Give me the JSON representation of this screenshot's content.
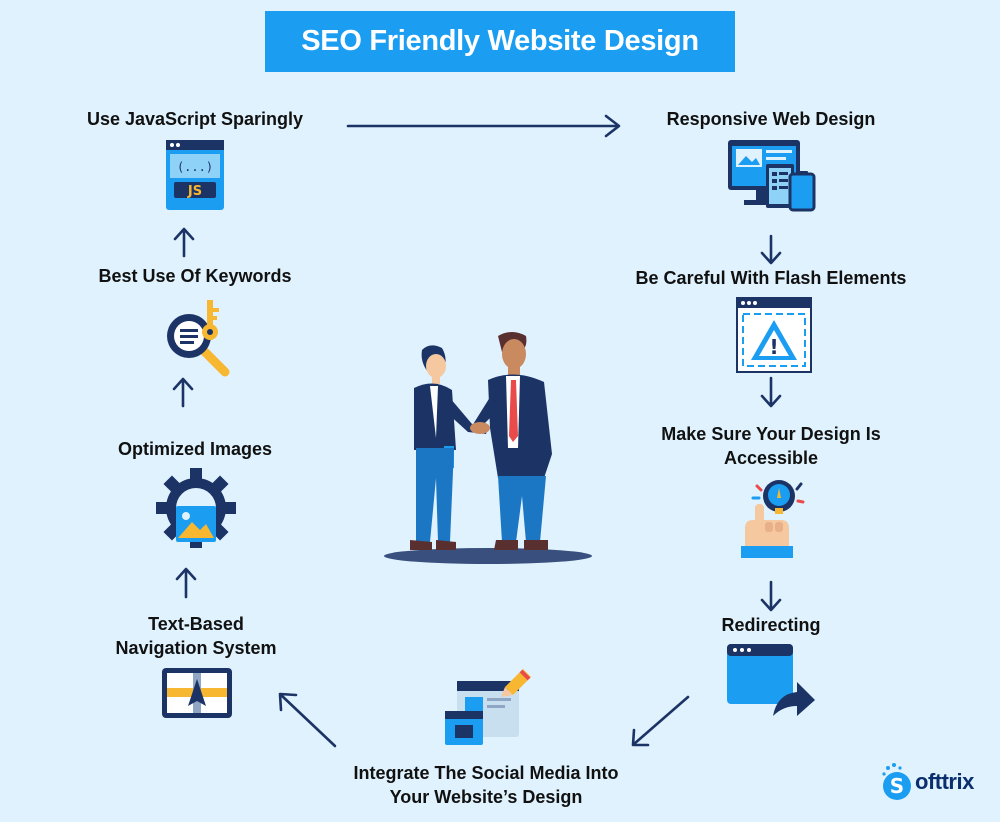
{
  "title": "SEO Friendly Website Design",
  "steps": {
    "javascript": "Use JavaScript Sparingly",
    "responsive": "Responsive Web Design",
    "flash": "Be Careful With Flash Elements",
    "accessible_1": "Make Sure Your Design Is",
    "accessible_2": "Accessible",
    "redirecting": "Redirecting",
    "social_1": "Integrate The Social Media Into",
    "social_2": "Your Website’s Design",
    "navigation_1": "Text-Based",
    "navigation_2": "Navigation System",
    "images": "Optimized Images",
    "keywords": "Best Use Of Keywords"
  },
  "icons": {
    "js_badge": "JS",
    "js_code": "(...)",
    "flash_mark": "!"
  },
  "brand": {
    "logo_letter": "S",
    "text": "ofttrix"
  },
  "colors": {
    "title_bg": "#1b9df2",
    "background": "#dff2fd",
    "navy": "#1c3366",
    "accent_blue": "#1b9df2",
    "accent_yellow": "#f7b731"
  }
}
